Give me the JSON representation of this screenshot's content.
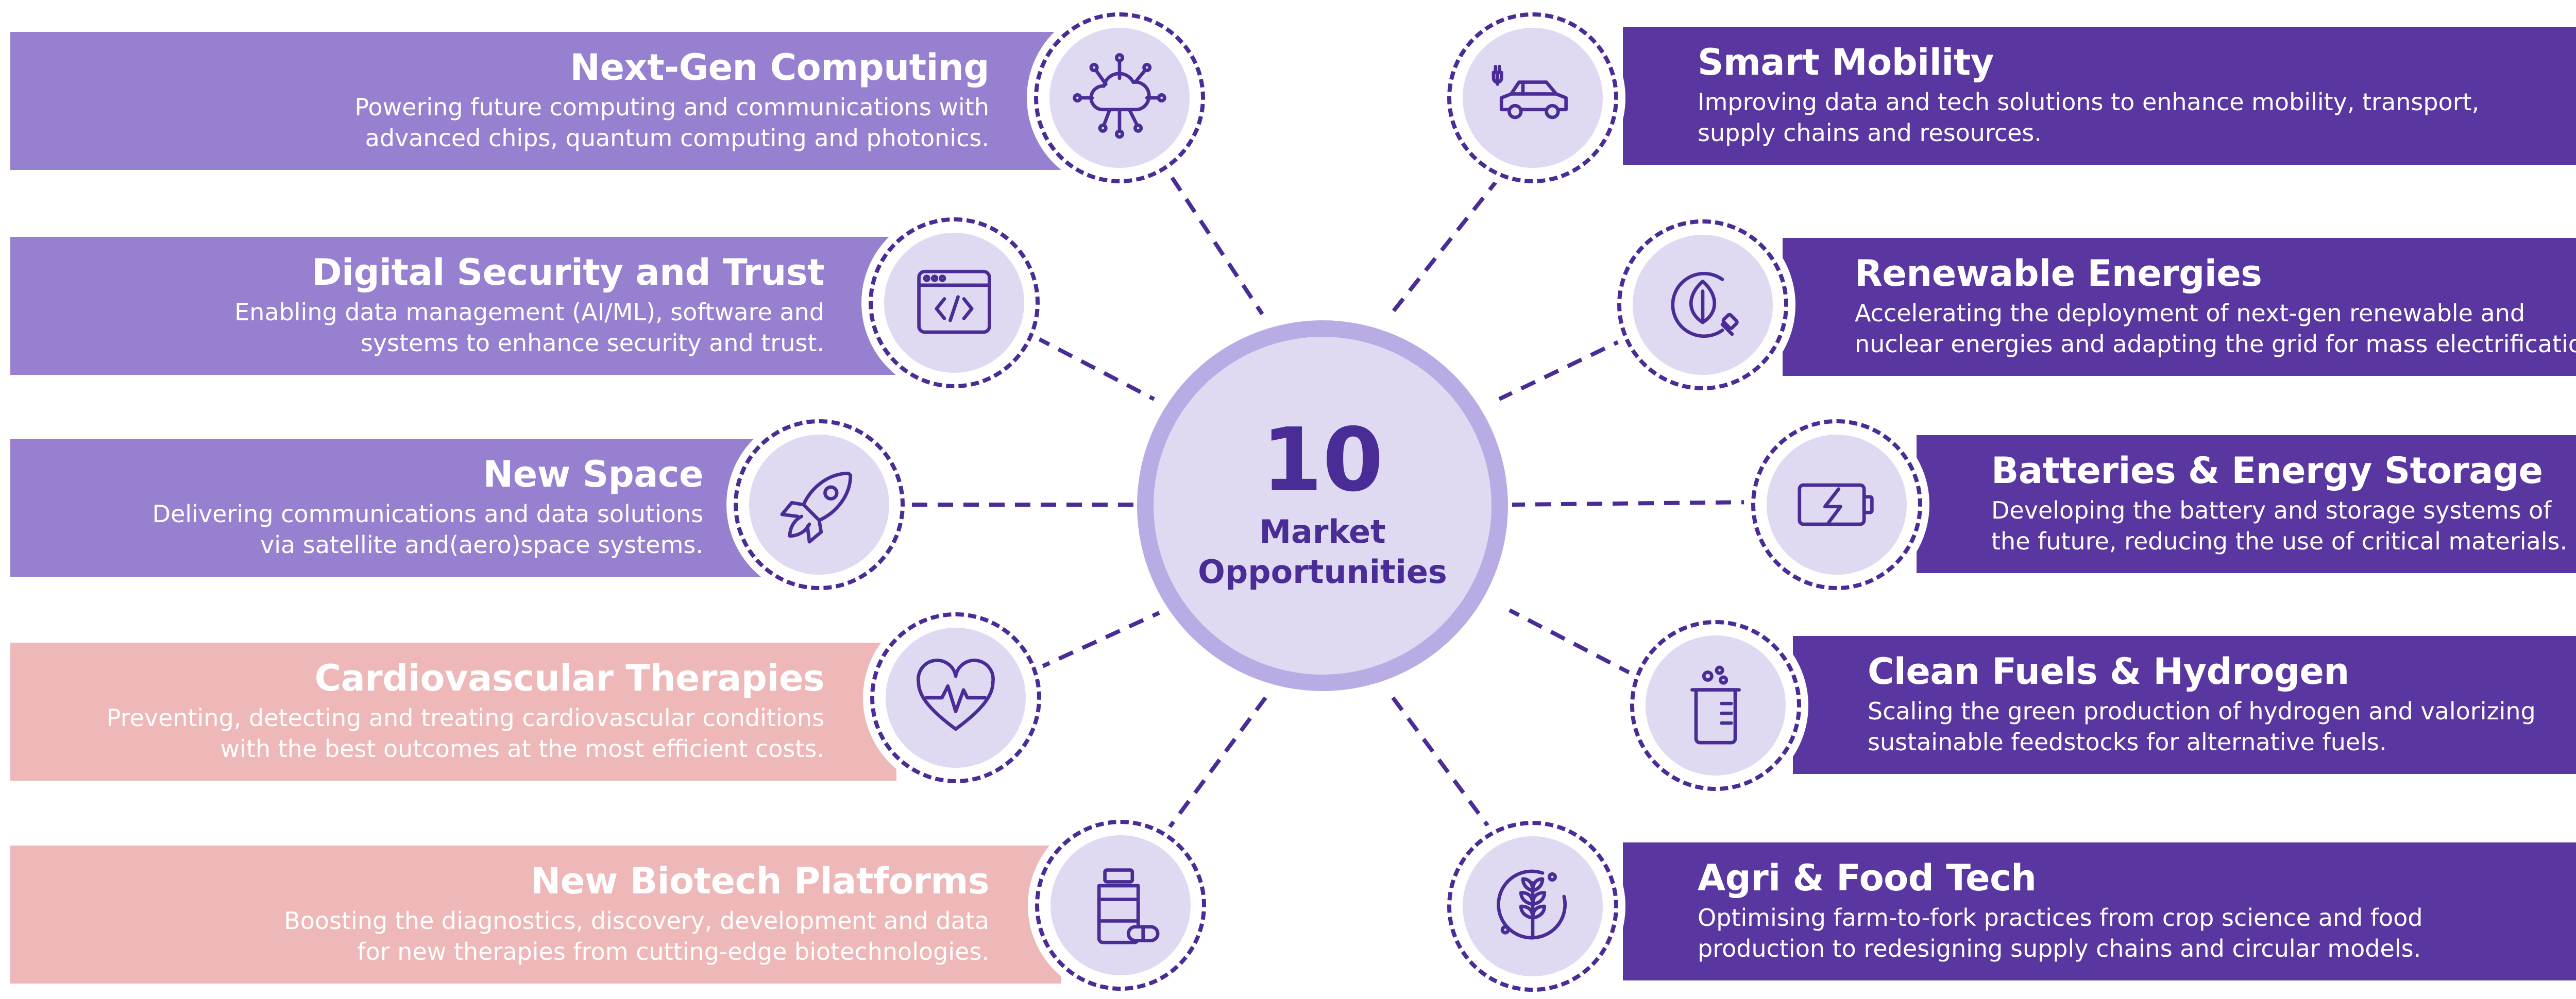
{
  "hub": {
    "number": "10",
    "label": "Market Opportunities"
  },
  "colors": {
    "left_primary": "#9680cf",
    "left_health": "#eeb7b8",
    "right": "#5a36a1",
    "accent": "#4a2c96",
    "icon_bg": "#e0d9f2",
    "hub_ring": "#b9abe3"
  },
  "opportunities": [
    {
      "title": "Next-Gen Computing",
      "desc1": "Powering future computing and communications with",
      "desc2": "advanced chips, quantum computing and photonics.",
      "icon": "cloud-network-icon"
    },
    {
      "title": "Digital Security and Trust",
      "desc1": "Enabling data management (AI/ML), software and",
      "desc2": "systems to enhance security and trust.",
      "icon": "code-window-icon"
    },
    {
      "title": "New Space",
      "desc1": "Delivering communications and data solutions",
      "desc2": "via satellite and(aero)space  systems.",
      "icon": "rocket-icon"
    },
    {
      "title": "Cardiovascular Therapies",
      "desc1": "Preventing, detecting  and treating cardiovascular conditions",
      "desc2": "with the best outcomes at the most efficient costs.",
      "icon": "heart-pulse-icon"
    },
    {
      "title": "New Biotech Platforms",
      "desc1": "Boosting the diagnostics, discovery, development and data",
      "desc2": "for new therapies  from cutting-edge biotechnologies.",
      "icon": "medicine-bottle-icon"
    },
    {
      "title": "Smart Mobility",
      "desc1": "Improving data and tech solutions to enhance mobility, transport,",
      "desc2": "supply chains and resources.",
      "icon": "electric-car-icon"
    },
    {
      "title": "Renewable Energies",
      "desc1": "Accelerating  the deployment of next-gen renewable and",
      "desc2": "nuclear energies and adapting the grid for mass electrification.",
      "icon": "leaf-plug-icon"
    },
    {
      "title": "Batteries & Energy Storage",
      "desc1": "Developing the battery  and storage systems of",
      "desc2": "the future, reducing the use of critical  materials.",
      "icon": "battery-charge-icon"
    },
    {
      "title": "Clean Fuels & Hydrogen",
      "desc1": "Scaling the green  production of hydrogen and valorizing",
      "desc2": "sustainable feedstocks  for alternative  fuels.",
      "icon": "beaker-icon"
    },
    {
      "title": "Agri & Food Tech",
      "desc1": "Optimising farm-to-fork practices  from crop science and food",
      "desc2": "production to redesigning supply chains and circular models.",
      "icon": "wheat-icon"
    }
  ]
}
